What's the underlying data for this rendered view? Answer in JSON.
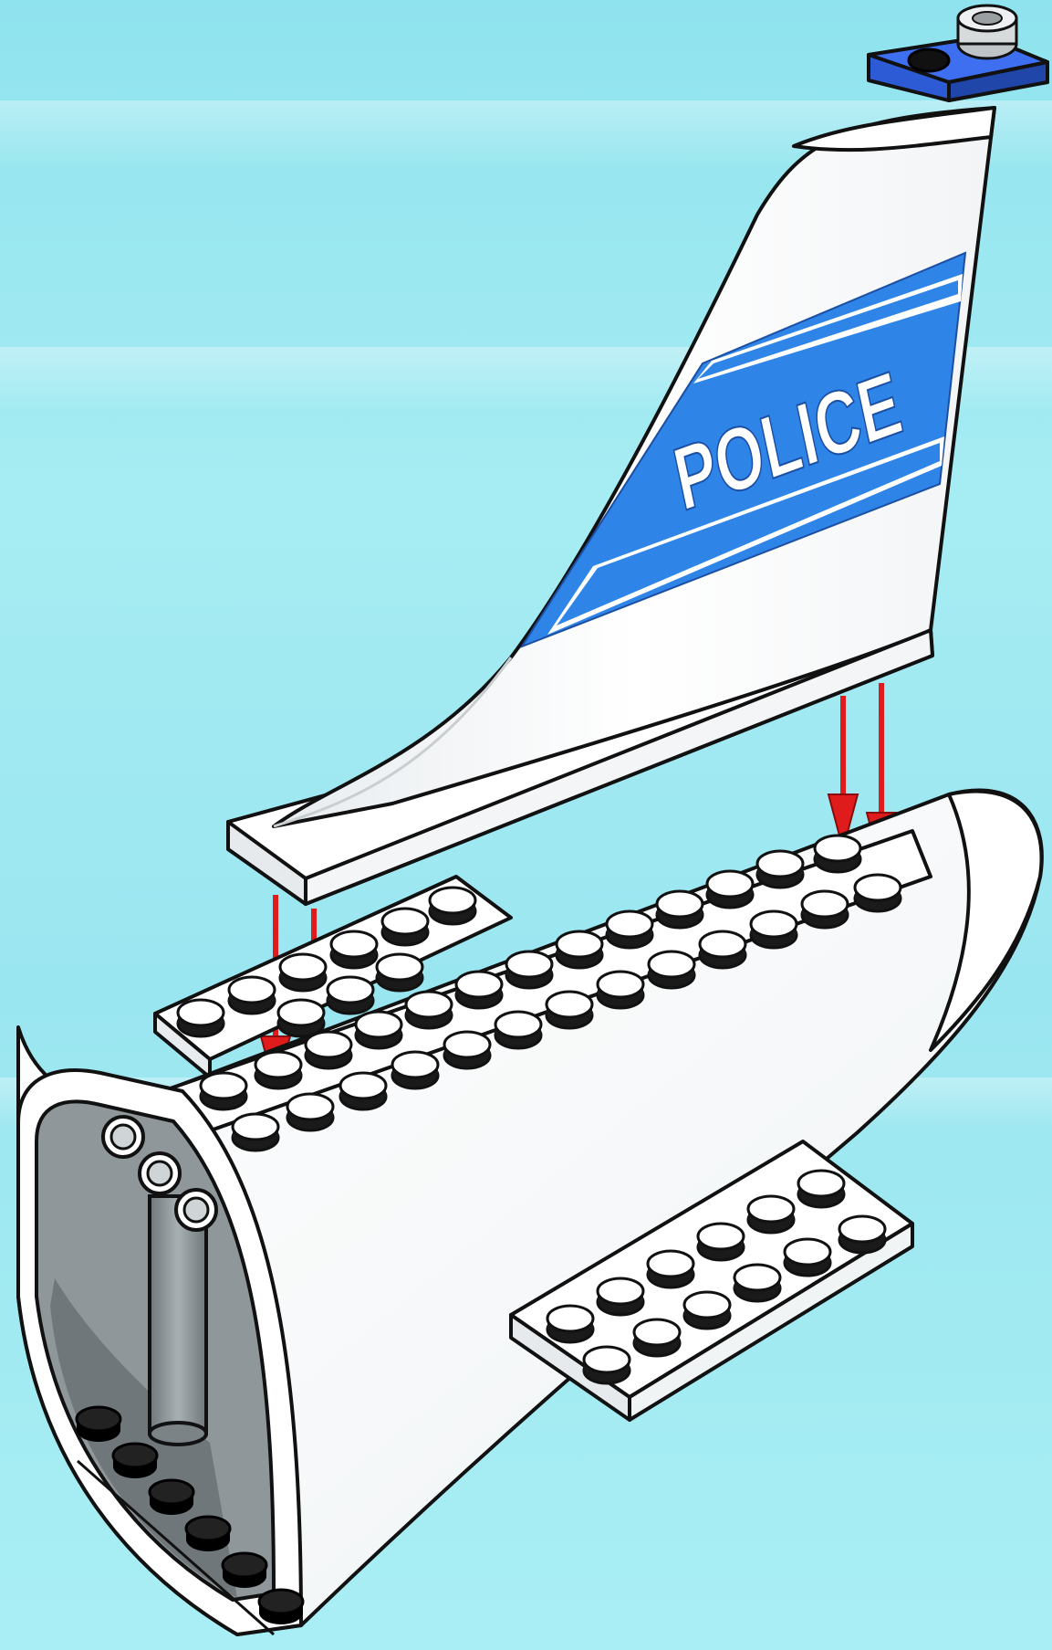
{
  "fin_decal": {
    "text": "POLICE",
    "color_background": "#2f84e8",
    "color_text": "#ffffff"
  },
  "colors": {
    "sky": "#9ae6f0",
    "body_white": "#ffffff",
    "body_gray": "#9aa1a4",
    "arrow_red": "#e01b1b",
    "cap_blue": "#2d5bd6"
  },
  "icons": {
    "arrows": "red-down-arrow",
    "studs": "lego-stud"
  }
}
